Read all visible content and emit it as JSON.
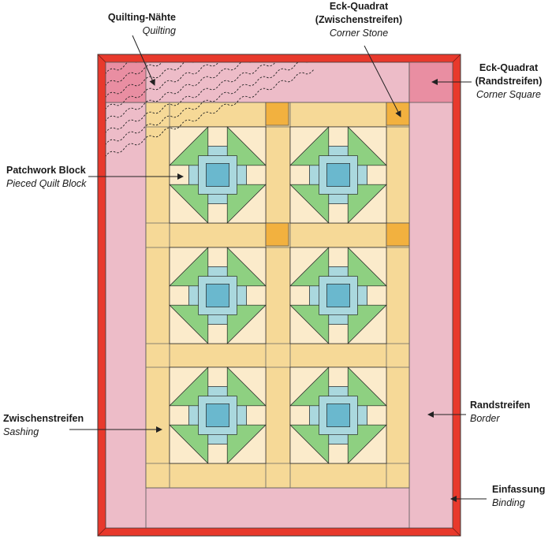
{
  "labels": {
    "quilting": {
      "de": "Quilting-Nähte",
      "en": "Quilting"
    },
    "corner_stone": {
      "de1": "Eck-Quadrat",
      "de2": "(Zwischenstreifen)",
      "en": "Corner Stone"
    },
    "corner_square": {
      "de1": "Eck-Quadrat",
      "de2": "(Randstreifen)",
      "en": "Corner Square"
    },
    "patchwork_block": {
      "de": "Patchwork Block",
      "en": "Pieced Quilt Block"
    },
    "sashing": {
      "de": "Zwischenstreifen",
      "en": "Sashing"
    },
    "border": {
      "de": "Randstreifen",
      "en": "Border"
    },
    "binding": {
      "de": "Einfassung",
      "en": "Binding"
    }
  },
  "colors": {
    "binding": "#e8392c",
    "border": "#edbcc8",
    "corner_square": "#e98ea2",
    "sashing": "#f6d997",
    "corner_stone": "#f2b13f",
    "block_background": "#fbebcb",
    "block_light_blue": "#aad8de",
    "block_center_blue": "#6ab8ce",
    "block_green": "#8ed081",
    "line": "#2a2a2a"
  },
  "quilt": {
    "block_rows": 3,
    "block_columns": 2
  }
}
